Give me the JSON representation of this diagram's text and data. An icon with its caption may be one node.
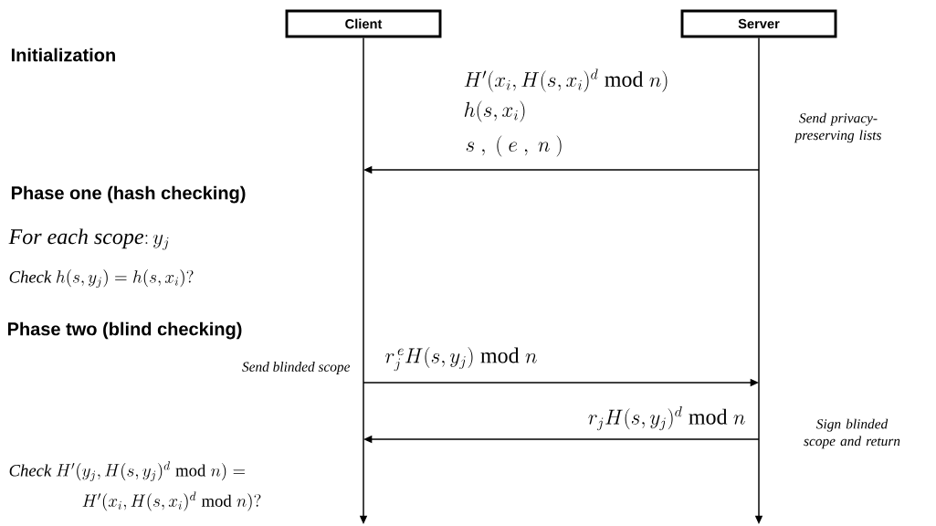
{
  "diagram": {
    "nodes": [
      {
        "text": [
          "Client"
        ]
      },
      {
        "text": [
          "Server"
        ]
      }
    ],
    "edges": [
      {
        "from": 1,
        "to": 0,
        "arrow": "to",
        "label": "s\\ ,\\ (\\ e\\ ,\\ n\\ )"
      },
      {
        "from": 0,
        "to": 1,
        "arrow": "to",
        "label": "r_j^{\\,e} H(s,y_j) \\bmod n"
      },
      {
        "from": 1,
        "to": 0,
        "arrow": "to",
        "label": "r_j H(s,y_j)^d \\bmod n"
      }
    ],
    "labels": [
      "Initialization",
      "H'(x_i, H(s,x_i)^d \\bmod n)",
      "h(s,x_i)",
      "Send privacy-preserving lists",
      "Phase one (hash checking)",
      "\\textit{For each scope}\\colon y_j",
      "\\textit{Check}\\ h(s,y_j) = h(s,x_i)?",
      "Phase two (blind checking)",
      "Send blinded scope",
      "Sign blinded scope and return",
      "\\textit{Check}\\ H'(y_j, H(s,y_j)^d \\bmod n) =",
      "H'(x_i, H(s,x_i)^d \\bmod n)?"
    ]
  }
}
